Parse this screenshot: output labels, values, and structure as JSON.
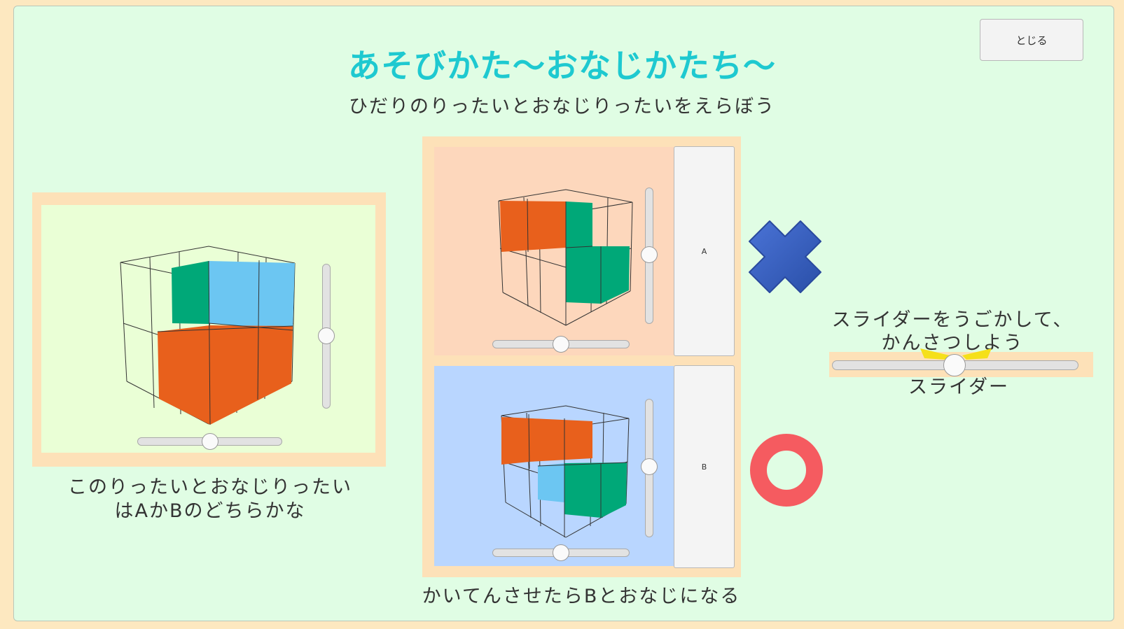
{
  "header": {
    "title": "あそびかた～おなじかたち～",
    "subtitle": "ひだりのりったいとおなじりったいをえらぼう",
    "close_label": "とじる"
  },
  "target_panel": {
    "caption_line1": "このりったいとおなじりったい",
    "caption_line2": "はAかBのどちらかな"
  },
  "options": {
    "a_label": "A",
    "b_label": "B",
    "caption": "かいてんさせたらBとおなじになる"
  },
  "help": {
    "text_line1": "スライダーをうごかして、",
    "text_line2": "かんさつしよう",
    "slider_label": "スライダー"
  },
  "colors": {
    "orange": "#e8601c",
    "green": "#00a878",
    "light_blue": "#6cc6f2",
    "wrong_mark": "#2f55b5",
    "correct_mark": "#f55b60",
    "title": "#1ec9d0"
  },
  "icons": {
    "wrong": "blue-x-icon",
    "correct": "red-circle-icon"
  },
  "sliders": {
    "target_horizontal": 0.5,
    "target_vertical": 0.5,
    "a_horizontal": 0.5,
    "a_vertical": 0.5,
    "b_horizontal": 0.5,
    "b_vertical": 0.5,
    "help_horizontal": 0.5
  }
}
